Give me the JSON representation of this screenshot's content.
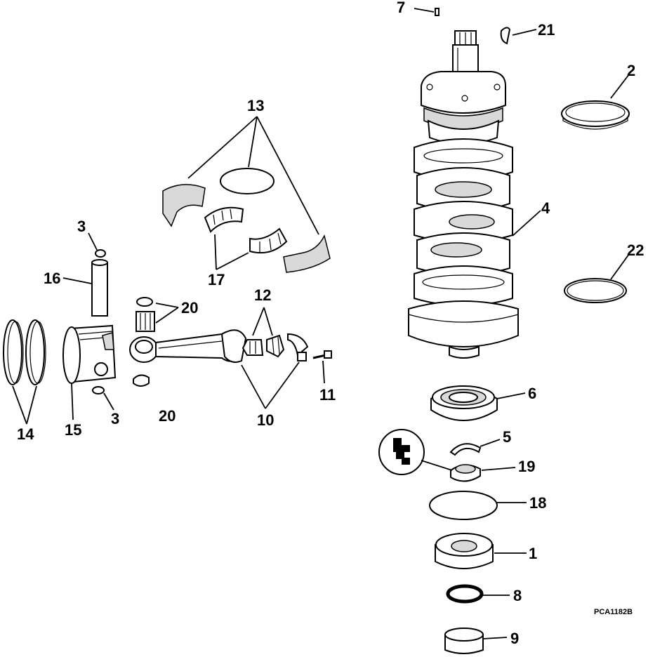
{
  "labels": {
    "l1": "1",
    "l2": "2",
    "l3a": "3",
    "l3b": "3",
    "l4": "4",
    "l5": "5",
    "l6": "6",
    "l7": "7",
    "l8": "8",
    "l9": "9",
    "l10": "10",
    "l11": "11",
    "l12": "12",
    "l13": "13",
    "l14": "14",
    "l15": "15",
    "l16": "16",
    "l17": "17",
    "l18": "18",
    "l19": "19",
    "l20a": "20",
    "l20b": "20",
    "l21": "21",
    "l22": "22"
  },
  "figure_code": "PCA1182B",
  "colors": {
    "ink": "#000000",
    "paper": "#ffffff",
    "shade": "#d9d9d9"
  }
}
